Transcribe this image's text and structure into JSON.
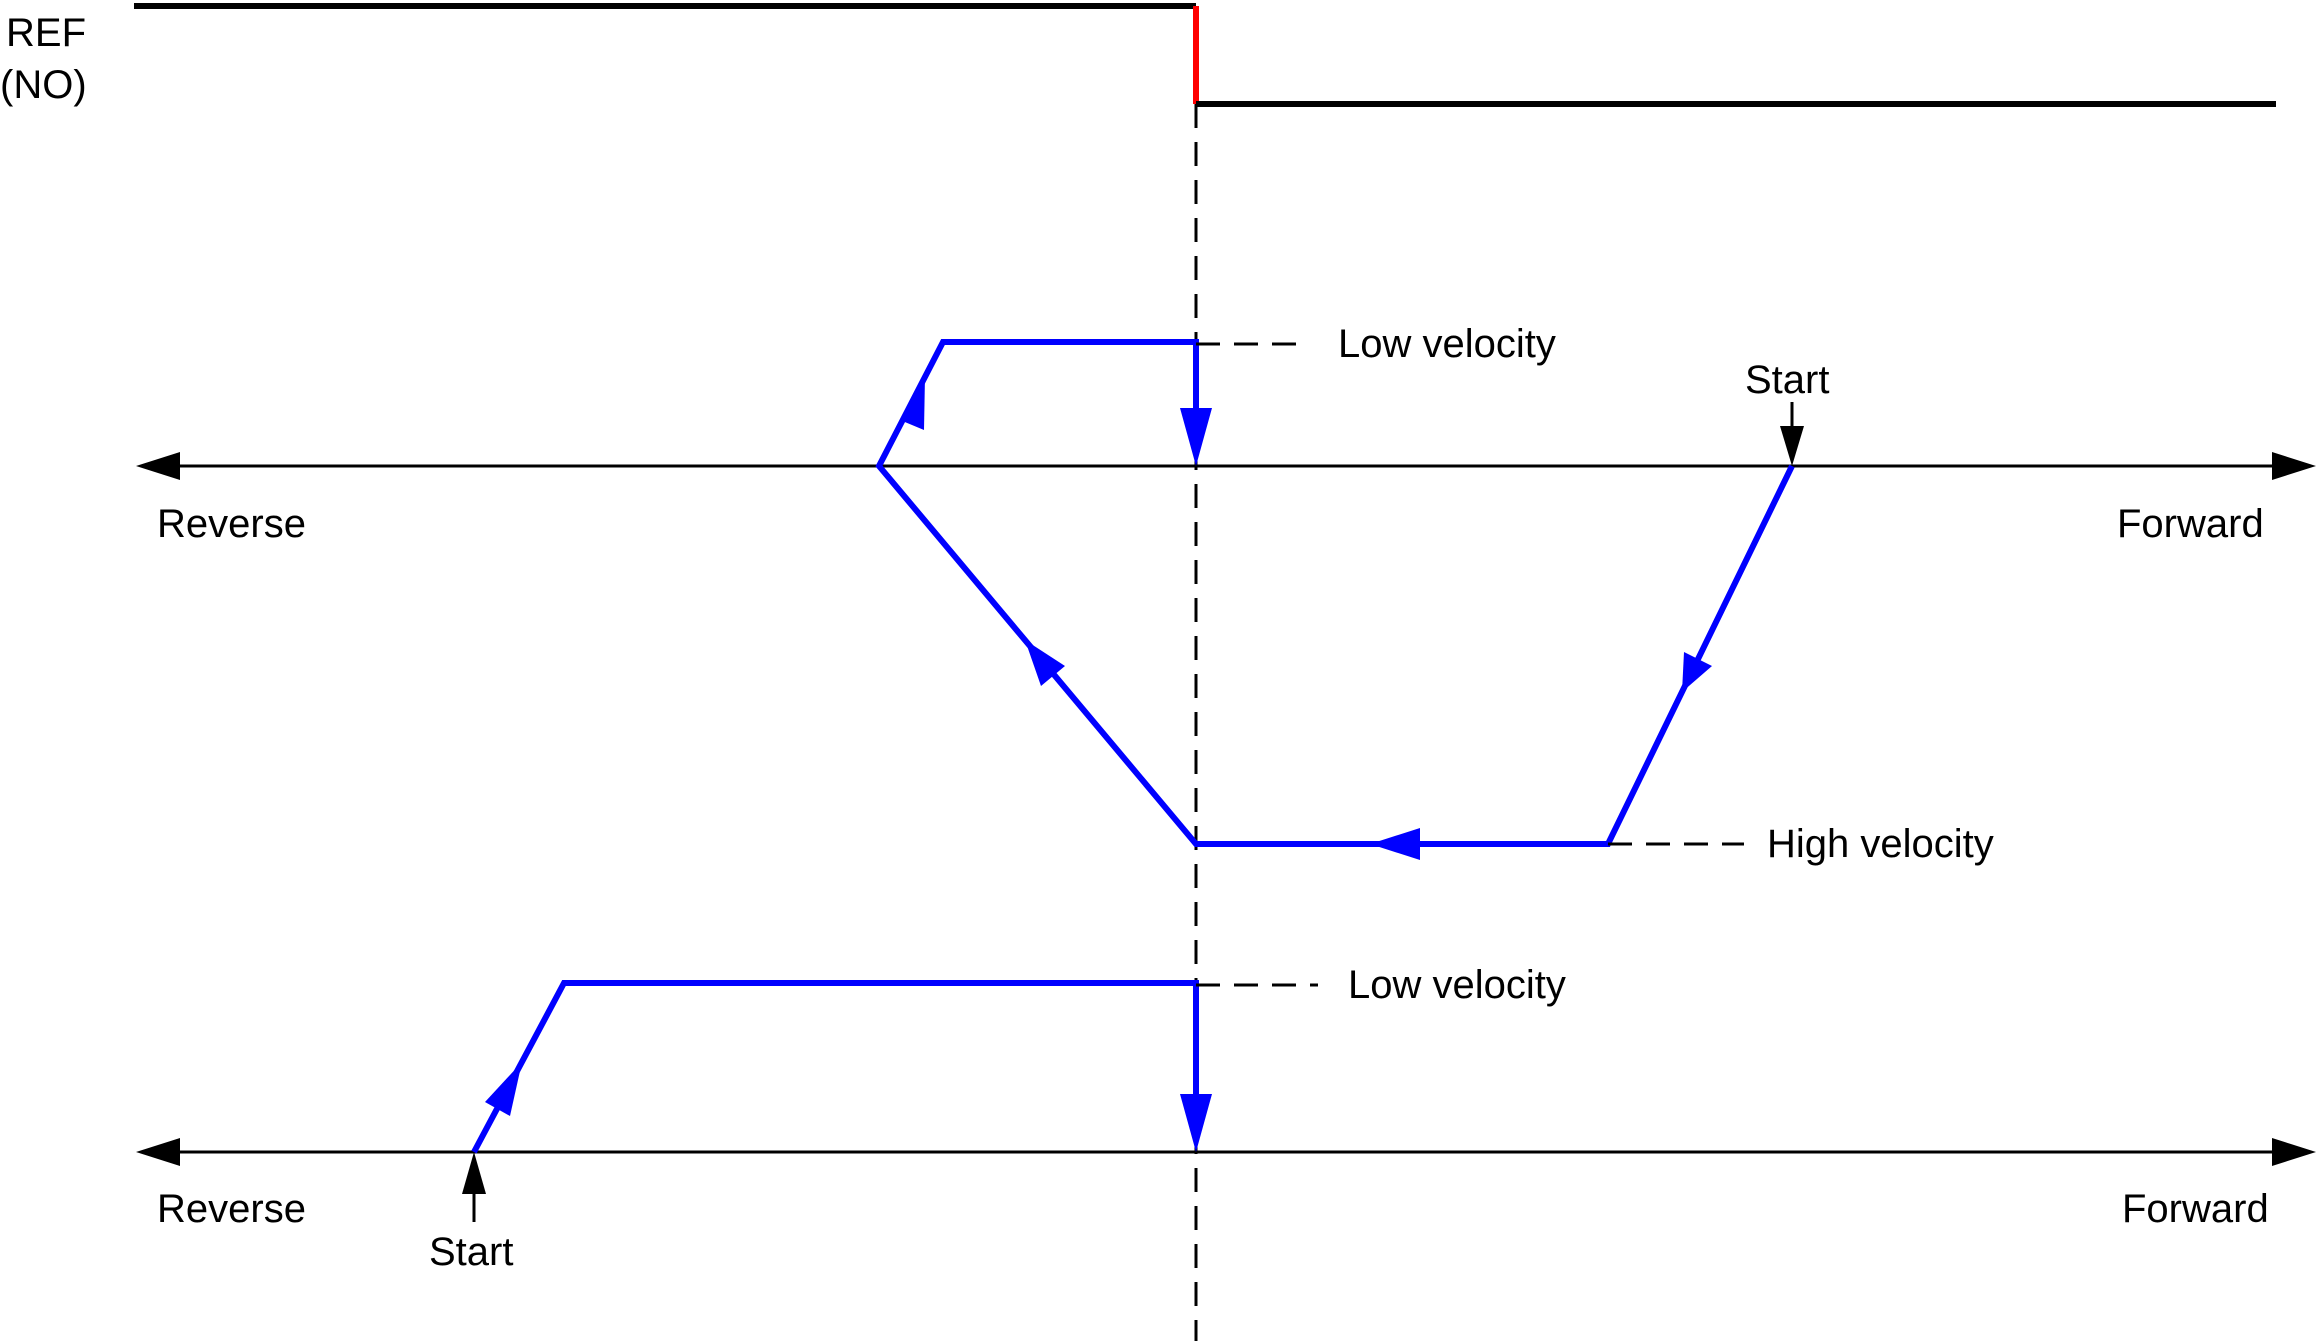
{
  "colors": {
    "signal": "#000000",
    "edge": "#ff0000",
    "path": "#0000ff",
    "axis": "#000000"
  },
  "signal": {
    "label_line1": "REF",
    "label_line2": "(NO)"
  },
  "upper_axis": {
    "left_label": "Reverse",
    "right_label": "Forward",
    "start_label": "Start"
  },
  "lower_axis": {
    "left_label": "Reverse",
    "right_label": "Forward",
    "start_label": "Start"
  },
  "annotations": {
    "low_velocity_upper": "Low velocity",
    "high_velocity": "High velocity",
    "low_velocity_lower": "Low velocity"
  }
}
